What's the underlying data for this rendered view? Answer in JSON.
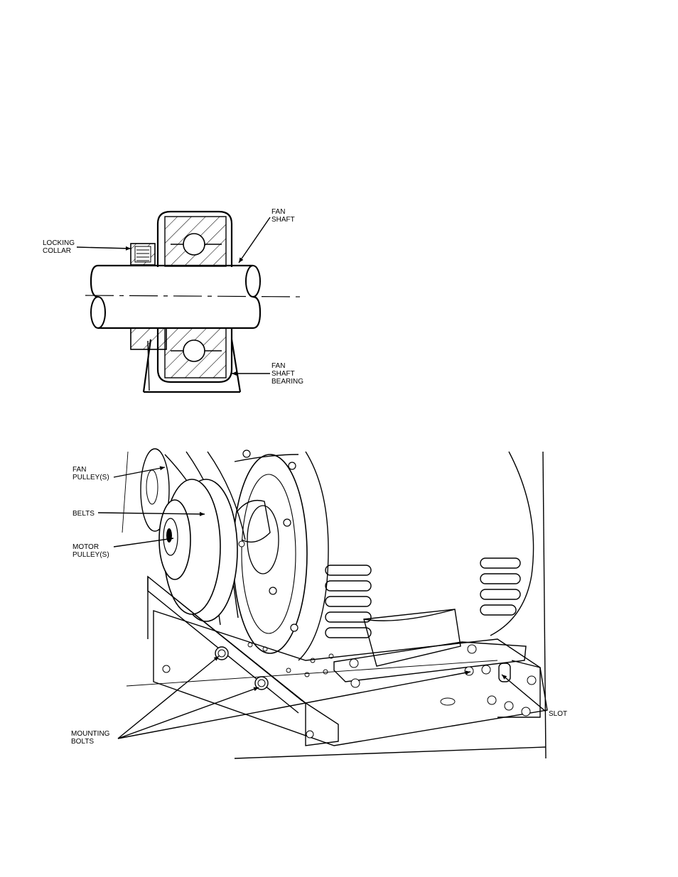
{
  "figure1": {
    "labels": {
      "locking_collar": [
        "LOCKING",
        "COLLAR"
      ],
      "fan_shaft": [
        "FAN",
        "SHAFT"
      ],
      "fan_shaft_bearing": [
        "FAN",
        "SHAFT",
        "BEARING"
      ]
    }
  },
  "figure2": {
    "labels": {
      "fan_pulleys": [
        "FAN",
        "PULLEY(S)"
      ],
      "belts": [
        "BELTS"
      ],
      "motor_pulleys": [
        "MOTOR",
        "PULLEY(S)"
      ],
      "mounting_bolts": [
        "MOUNTING",
        "BOLTS"
      ],
      "slot": [
        "SLOT"
      ]
    }
  }
}
